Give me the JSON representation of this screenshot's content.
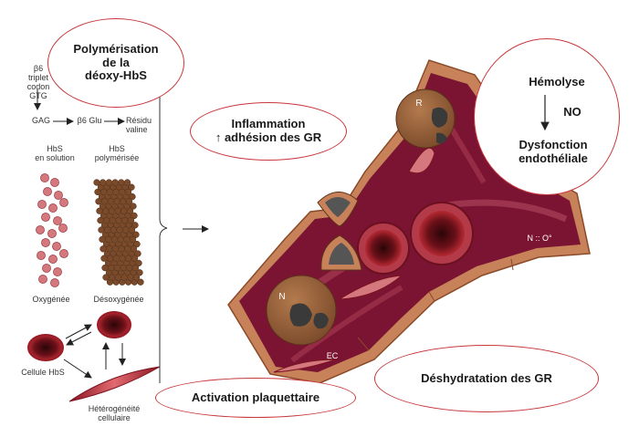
{
  "pathway": {
    "beta6_triplet": "β6\ntriplet\ncodon GTG",
    "gag": "GAG",
    "beta6_glu": "β6 Glu",
    "residue_valine": "Résidu\nvaline"
  },
  "hbs_states": {
    "solution_label": "HbS\nen solution",
    "polymer_label": "HbS\npolymérisée",
    "oxygenated": "Oxygénée",
    "deoxygenated": "Désoxygénée"
  },
  "cells": {
    "cellule_hbs": "Cellule HbS",
    "heterogeneite": "Hétérogénéité\ncellulaire"
  },
  "bubbles": {
    "polymerisation": "Polymérisation\nde la\ndéoxy-HbS",
    "inflammation": "Inflammation\n↑ adhésion des GR",
    "hemolyse": "Hémolyse",
    "no": "NO",
    "dysfonction": "Dysfonction\nendothéliale",
    "activation": "Activation plaquettaire",
    "deshydratation": "Déshydratation des GR"
  },
  "vessel_labels": {
    "r": "R",
    "n": "N",
    "ec": "EC",
    "no_radical": "N :: O°"
  },
  "colors": {
    "oval_border": "#c8373b",
    "vessel_wall": "#c8825a",
    "vessel_lumen": "#7a1432",
    "cell_brown": "#8f5a35",
    "sphere_pink": "#d5787e",
    "polymer_brown": "#7a4a2a"
  }
}
